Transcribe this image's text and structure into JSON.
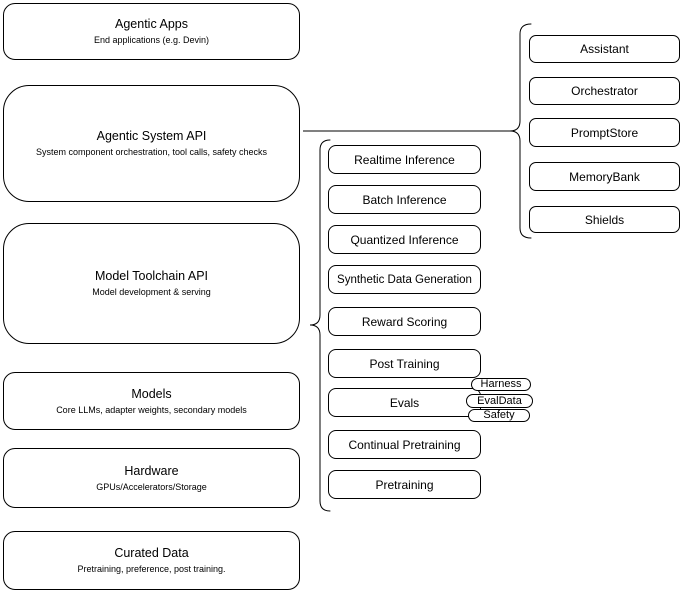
{
  "diagram": {
    "background": "#ffffff",
    "stroke_color": "#000000",
    "fill_color": "#ffffff",
    "stack": [
      {
        "title": "Agentic Apps",
        "subtitle": "End applications (e.g. Devin)"
      },
      {
        "title": "Agentic System API",
        "subtitle": "System component orchestration, tool calls, safety checks"
      },
      {
        "title": "Model Toolchain API",
        "subtitle": "Model development & serving"
      },
      {
        "title": "Models",
        "subtitle": "Core LLMs, adapter weights, secondary models"
      },
      {
        "title": "Hardware",
        "subtitle": "GPUs/Accelerators/Storage"
      },
      {
        "title": "Curated Data",
        "subtitle": "Pretraining, preference, post training."
      }
    ],
    "toolchain_services": [
      {
        "label": "Realtime Inference"
      },
      {
        "label": "Batch Inference"
      },
      {
        "label": "Quantized Inference"
      },
      {
        "label": "Synthetic Data Generation"
      },
      {
        "label": "Reward Scoring"
      },
      {
        "label": "Post Training"
      },
      {
        "label": "Evals"
      },
      {
        "label": "Continual Pretraining"
      },
      {
        "label": "Pretraining"
      }
    ],
    "evals_tags": [
      {
        "label": "Harness"
      },
      {
        "label": "EvalData"
      },
      {
        "label": "Safety"
      }
    ],
    "system_services": [
      {
        "label": "Assistant"
      },
      {
        "label": "Orchestrator"
      },
      {
        "label": "PromptStore"
      },
      {
        "label": "MemoryBank"
      },
      {
        "label": "Shields"
      }
    ]
  }
}
